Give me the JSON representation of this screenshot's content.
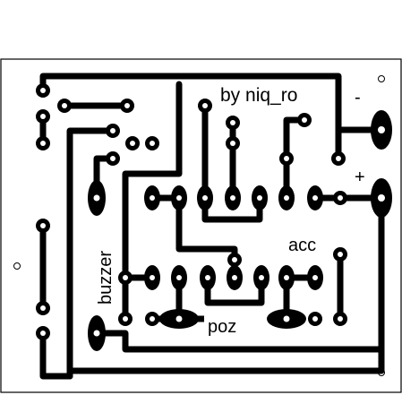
{
  "board": {
    "title": "by niq_ro",
    "labels": {
      "minus": "-",
      "plus": "+",
      "acc": "acc",
      "poz": "poz",
      "buzzer": "buzzer"
    }
  },
  "colors": {
    "copper": "#000000",
    "background": "#ffffff",
    "outline": "#000000"
  }
}
